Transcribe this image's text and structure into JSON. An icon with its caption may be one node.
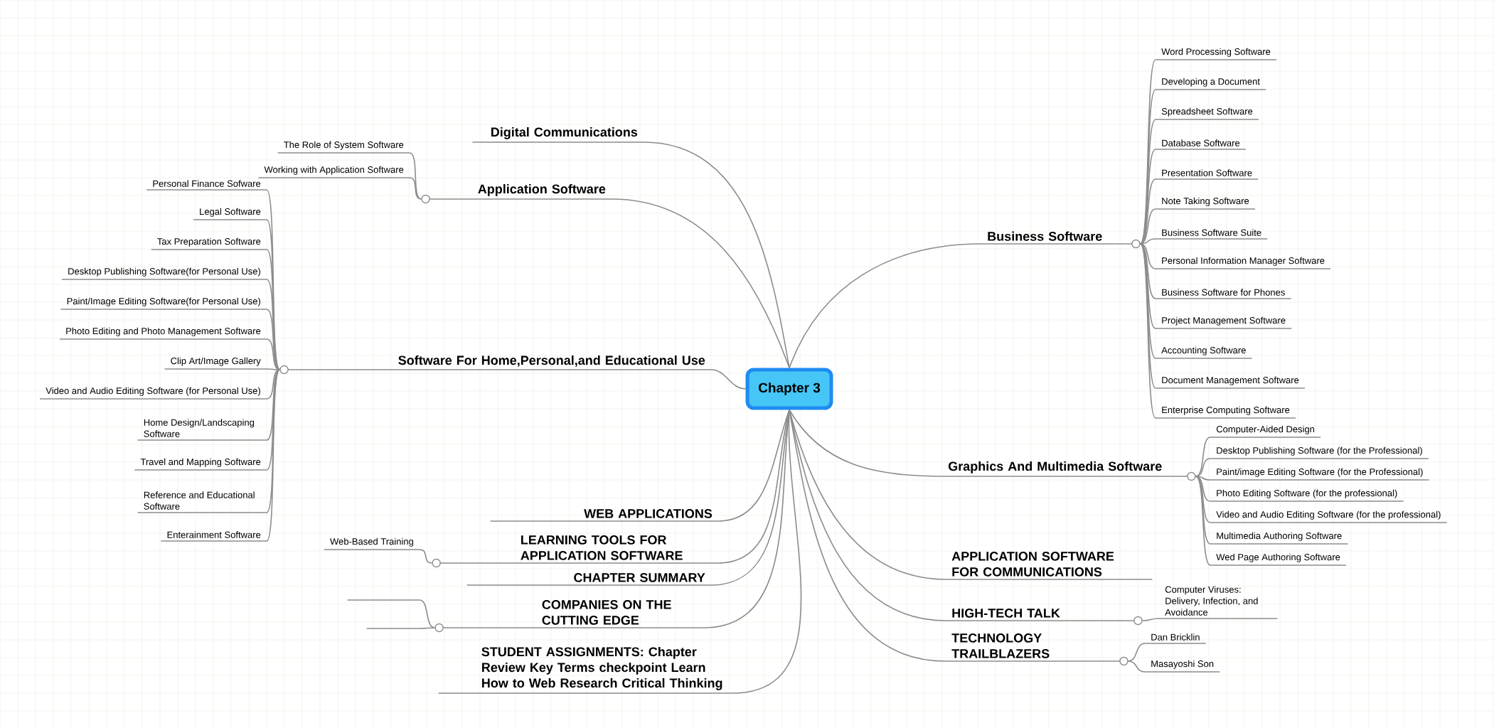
{
  "diagram": {
    "nodes": [
      {
        "text": [
          "Chapter 3"
        ]
      },
      {
        "text": [
          "Digital Communications"
        ]
      },
      {
        "text": [
          "Application Software"
        ]
      },
      {
        "text": [
          "The Role of System Software"
        ]
      },
      {
        "text": [
          "Working with Application Software"
        ]
      },
      {
        "text": [
          "Software For Home,Personal,and Educational Use"
        ]
      },
      {
        "text": [
          "Personal Finance Sofware"
        ]
      },
      {
        "text": [
          "Legal Software"
        ]
      },
      {
        "text": [
          "Tax Preparation Software"
        ]
      },
      {
        "text": [
          "Desktop Publishing Software(for Personal Use)"
        ]
      },
      {
        "text": [
          "Paint/Image Editing Software(for Personal Use)"
        ]
      },
      {
        "text": [
          "Photo Editing and Photo Management Software"
        ]
      },
      {
        "text": [
          "Clip Art/Image Gallery"
        ]
      },
      {
        "text": [
          "Video and Audio Editing Software (for Personal Use)"
        ]
      },
      {
        "text": [
          "Home Design/Landscaping Software"
        ]
      },
      {
        "text": [
          "Travel and Mapping Software"
        ]
      },
      {
        "text": [
          "Reference and Educational Software"
        ]
      },
      {
        "text": [
          "Enterainment Software"
        ]
      },
      {
        "text": [
          "WEB APPLICATIONS"
        ]
      },
      {
        "text": [
          "LEARNING TOOLS FOR APPLICATION SOFTWARE"
        ]
      },
      {
        "text": [
          "Web-Based Training"
        ]
      },
      {
        "text": [
          "CHAPTER SUMMARY"
        ]
      },
      {
        "text": [
          "COMPANIES ON THE CUTTING EDGE"
        ]
      },
      {
        "text": [],
        "shape": "line"
      },
      {
        "text": [],
        "shape": "line"
      },
      {
        "text": [
          "STUDENT ASSIGNMENTS: Chapter Review Key Terms checkpoint Learn How to Web Research Critical Thinking"
        ]
      },
      {
        "text": [
          "Business Software"
        ]
      },
      {
        "text": [
          "Word Processing Software"
        ]
      },
      {
        "text": [
          "Developing a Document"
        ]
      },
      {
        "text": [
          "Spreadsheet Software"
        ]
      },
      {
        "text": [
          "Database Software"
        ]
      },
      {
        "text": [
          "Presentation Software"
        ]
      },
      {
        "text": [
          "Note Taking Software"
        ]
      },
      {
        "text": [
          "Business Software Suite"
        ]
      },
      {
        "text": [
          "Personal Information Manager Software"
        ]
      },
      {
        "text": [
          "Business Software for Phones"
        ]
      },
      {
        "text": [
          "Project Management Software"
        ]
      },
      {
        "text": [
          "Accounting Software"
        ]
      },
      {
        "text": [
          "Document Management Software"
        ]
      },
      {
        "text": [
          "Enterprise Computing Software"
        ]
      },
      {
        "text": [
          "Graphics And Multimedia Software"
        ]
      },
      {
        "text": [
          "Computer-Aided Design"
        ]
      },
      {
        "text": [
          "Desktop Publishing Software (for the Professional)"
        ]
      },
      {
        "text": [
          "Paint/image Editing Software (for the Professional)"
        ]
      },
      {
        "text": [
          "Photo Editing Software (for the professional)"
        ]
      },
      {
        "text": [
          "Video and Audio Editing Software (for the professional)"
        ]
      },
      {
        "text": [
          "Multimedia Authoring Software"
        ]
      },
      {
        "text": [
          "Wed Page Authoring Software"
        ]
      },
      {
        "text": [
          "APPLICATION SOFTWARE FOR COMMUNICATIONS"
        ]
      },
      {
        "text": [
          "HIGH-TECH TALK"
        ]
      },
      {
        "text": [
          "Computer Viruses: Delivery, Infection, and Avoidance"
        ]
      },
      {
        "text": [
          "TECHNOLOGY TRAILBLAZERS"
        ]
      },
      {
        "text": [
          "Dan Bricklin"
        ]
      },
      {
        "text": [
          "Masayoshi Son"
        ]
      }
    ],
    "edges": [
      {
        "from": 0,
        "to": 1,
        "arrow": "none"
      },
      {
        "from": 0,
        "to": 2,
        "arrow": "none"
      },
      {
        "from": 2,
        "to": 3,
        "arrow": "none"
      },
      {
        "from": 2,
        "to": 4,
        "arrow": "none"
      },
      {
        "from": 0,
        "to": 5,
        "arrow": "none"
      },
      {
        "from": 5,
        "to": 6,
        "arrow": "none"
      },
      {
        "from": 5,
        "to": 7,
        "arrow": "none"
      },
      {
        "from": 5,
        "to": 8,
        "arrow": "none"
      },
      {
        "from": 5,
        "to": 9,
        "arrow": "none"
      },
      {
        "from": 5,
        "to": 10,
        "arrow": "none"
      },
      {
        "from": 5,
        "to": 11,
        "arrow": "none"
      },
      {
        "from": 5,
        "to": 12,
        "arrow": "none"
      },
      {
        "from": 5,
        "to": 13,
        "arrow": "none"
      },
      {
        "from": 5,
        "to": 14,
        "arrow": "none"
      },
      {
        "from": 5,
        "to": 15,
        "arrow": "none"
      },
      {
        "from": 5,
        "to": 16,
        "arrow": "none"
      },
      {
        "from": 5,
        "to": 17,
        "arrow": "none"
      },
      {
        "from": 0,
        "to": 18,
        "arrow": "none"
      },
      {
        "from": 0,
        "to": 19,
        "arrow": "none"
      },
      {
        "from": 19,
        "to": 20,
        "arrow": "none"
      },
      {
        "from": 0,
        "to": 21,
        "arrow": "none"
      },
      {
        "from": 0,
        "to": 22,
        "arrow": "none"
      },
      {
        "from": 22,
        "to": 23,
        "arrow": "none"
      },
      {
        "from": 22,
        "to": 24,
        "arrow": "none"
      },
      {
        "from": 0,
        "to": 25,
        "arrow": "none"
      },
      {
        "from": 0,
        "to": 26,
        "arrow": "none"
      },
      {
        "from": 26,
        "to": 27,
        "arrow": "none"
      },
      {
        "from": 26,
        "to": 28,
        "arrow": "none"
      },
      {
        "from": 26,
        "to": 29,
        "arrow": "none"
      },
      {
        "from": 26,
        "to": 30,
        "arrow": "none"
      },
      {
        "from": 26,
        "to": 31,
        "arrow": "none"
      },
      {
        "from": 26,
        "to": 32,
        "arrow": "none"
      },
      {
        "from": 26,
        "to": 33,
        "arrow": "none"
      },
      {
        "from": 26,
        "to": 34,
        "arrow": "none"
      },
      {
        "from": 26,
        "to": 35,
        "arrow": "none"
      },
      {
        "from": 26,
        "to": 36,
        "arrow": "none"
      },
      {
        "from": 26,
        "to": 37,
        "arrow": "none"
      },
      {
        "from": 26,
        "to": 38,
        "arrow": "none"
      },
      {
        "from": 26,
        "to": 39,
        "arrow": "none"
      },
      {
        "from": 0,
        "to": 40,
        "arrow": "none"
      },
      {
        "from": 40,
        "to": 41,
        "arrow": "none"
      },
      {
        "from": 40,
        "to": 42,
        "arrow": "none"
      },
      {
        "from": 40,
        "to": 43,
        "arrow": "none"
      },
      {
        "from": 40,
        "to": 44,
        "arrow": "none"
      },
      {
        "from": 40,
        "to": 45,
        "arrow": "none"
      },
      {
        "from": 40,
        "to": 46,
        "arrow": "none"
      },
      {
        "from": 40,
        "to": 47,
        "arrow": "none"
      },
      {
        "from": 0,
        "to": 48,
        "arrow": "none"
      },
      {
        "from": 0,
        "to": 49,
        "arrow": "none"
      },
      {
        "from": 49,
        "to": 50,
        "arrow": "none"
      },
      {
        "from": 0,
        "to": 51,
        "arrow": "none"
      },
      {
        "from": 51,
        "to": 52,
        "arrow": "none"
      },
      {
        "from": 51,
        "to": 53,
        "arrow": "none"
      }
    ]
  }
}
